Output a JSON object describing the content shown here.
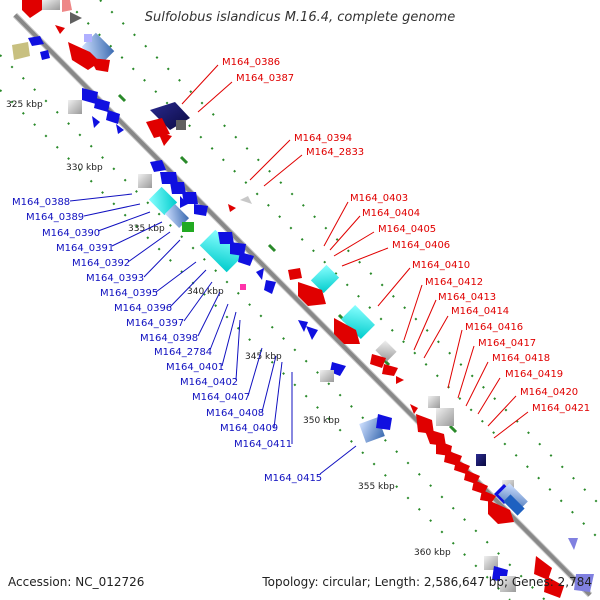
{
  "title": "Sulfolobus islandicus M.16.4, complete genome",
  "accession": "Accession: NC_012726",
  "topology": "Topology: circular; Length: 2,586,647 bp; Genes: 2,784",
  "kbp_ticks": [
    "325 kbp",
    "330 kbp",
    "335 kbp",
    "340 kbp",
    "345 kbp",
    "350 kbp",
    "355 kbp",
    "360 kbp"
  ],
  "red_labels": [
    "M164_0386",
    "M164_0387",
    "M164_0394",
    "M164_2833",
    "M164_0403",
    "M164_0404",
    "M164_0405",
    "M164_0406",
    "M164_0410",
    "M164_0412",
    "M164_0413",
    "M164_0414",
    "M164_0416",
    "M164_0417",
    "M164_0418",
    "M164_0419",
    "M164_0420",
    "M164_0421"
  ],
  "blue_labels": [
    "M164_0388",
    "M164_0389",
    "M164_0390",
    "M164_0391",
    "M164_0392",
    "M164_0393",
    "M164_0395",
    "M164_0396",
    "M164_0397",
    "M164_0398",
    "M164_2784",
    "M164_0401",
    "M164_0402",
    "M164_0407",
    "M164_0408",
    "M164_0409",
    "M164_0411",
    "M164_0415"
  ],
  "colors": {
    "forward": "#e00000",
    "reverse": "#1010e0",
    "backbone": "#888888",
    "tick": "#2a8a2a"
  }
}
